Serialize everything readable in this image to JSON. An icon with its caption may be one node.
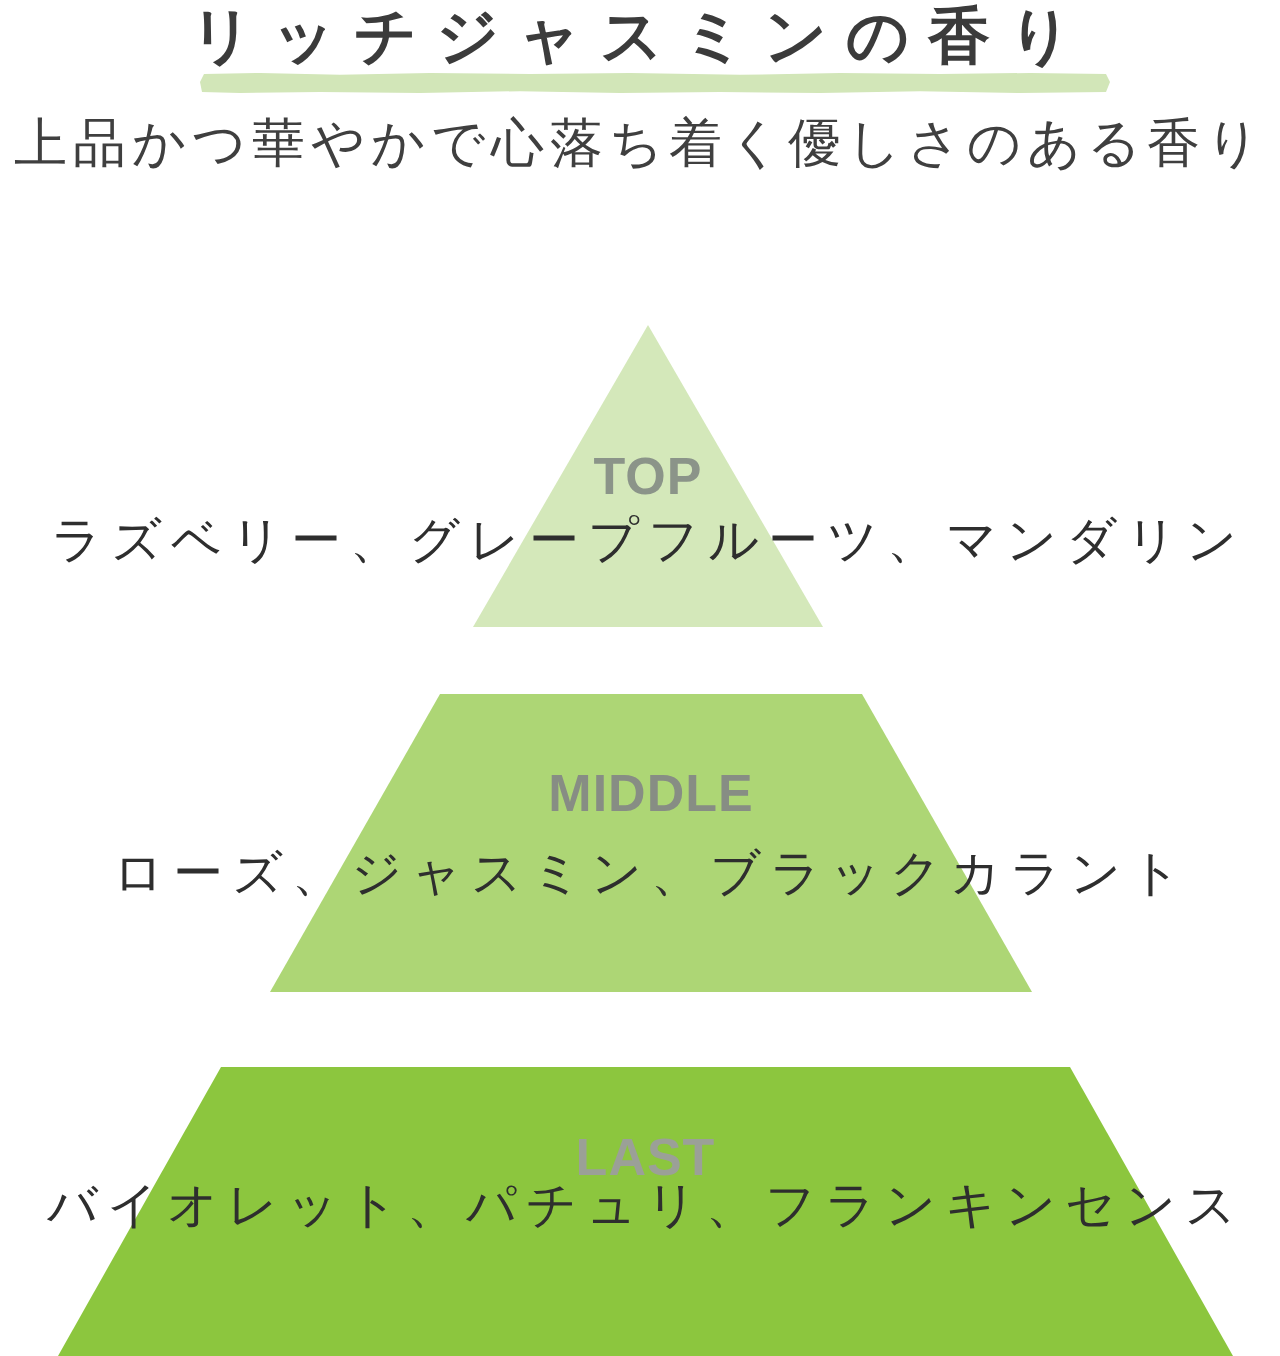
{
  "diagram": {
    "title": "リッチジャスミンの香り",
    "nodes": [
      {
        "text": [
          "TOP",
          "ラズベリー、グレープフルーツ、マンダリン"
        ]
      },
      {
        "text": [
          "MIDDLE",
          "ローズ、ジャスミン、ブラックカラント"
        ]
      },
      {
        "text": [
          "LAST",
          "バイオレット、パチュリ、フランキンセンス"
        ]
      }
    ],
    "labels": [
      "上品かつ華やかで心落ち着く優しさのある香り"
    ]
  }
}
